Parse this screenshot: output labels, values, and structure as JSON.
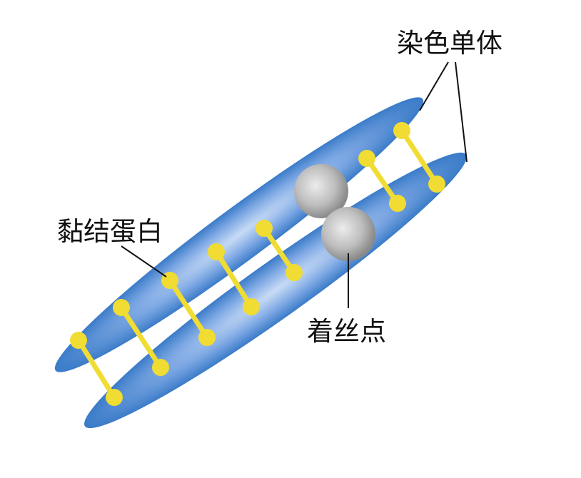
{
  "labels": {
    "chromatid": "染色单体",
    "cohesin": "黏结蛋白",
    "centromere": "着丝点"
  },
  "colors": {
    "chromatid_edge": "#3a7bc8",
    "chromatid_highlight": "#c9dcf6",
    "cohesin": "#f0dc32",
    "centromere_edge": "#8a8a8a",
    "centromere_highlight": "#ececec",
    "leader_line": "#111111"
  }
}
